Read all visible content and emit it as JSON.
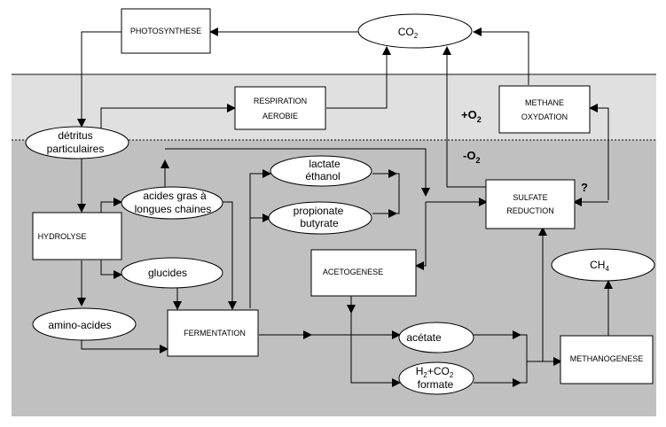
{
  "boxes": {
    "photosynthese": "PHOTOSYNTHESE",
    "respiration_1": "RESPIRATION",
    "respiration_2": "AEROBIE",
    "methane_oxy_1": "METHANE",
    "methane_oxy_2": "OXYDATION",
    "hydrolyse": "HYDROLYSE",
    "sulfate_1": "SULFATE",
    "sulfate_2": "REDUCTION",
    "acetogenese": "ACETOGENESE",
    "fermentation": "FERMENTATION",
    "methanogenese": "METHANOGENESE"
  },
  "ellipses": {
    "co2": "CO",
    "co2_sub": "2",
    "detritus_1": "détritus",
    "detritus_2": "particulaires",
    "acides_1": "acides gras à",
    "acides_2": "longues chaines",
    "lactate_1": "lactate",
    "lactate_2": "éthanol",
    "propionate_1": "propionate",
    "propionate_2": "butyrate",
    "glucides": "glucides",
    "amino": "amino-acides",
    "acetate": "acétate",
    "h2_1": "H",
    "h2_1_sub": "2",
    "h2_1_plus": "+CO",
    "h2_1_sub2": "2",
    "h2_2": "formate",
    "ch4": "CH",
    "ch4_sub": "4"
  },
  "labels": {
    "plus_o2": "+O",
    "plus_o2_sub": "2",
    "minus_o2": "-O",
    "minus_o2_sub": "2",
    "question": "?"
  },
  "colors": {
    "aerobic_zone": "#e0e0e0",
    "anaerobic_zone": "#c0c0c0",
    "line": "#000000"
  }
}
